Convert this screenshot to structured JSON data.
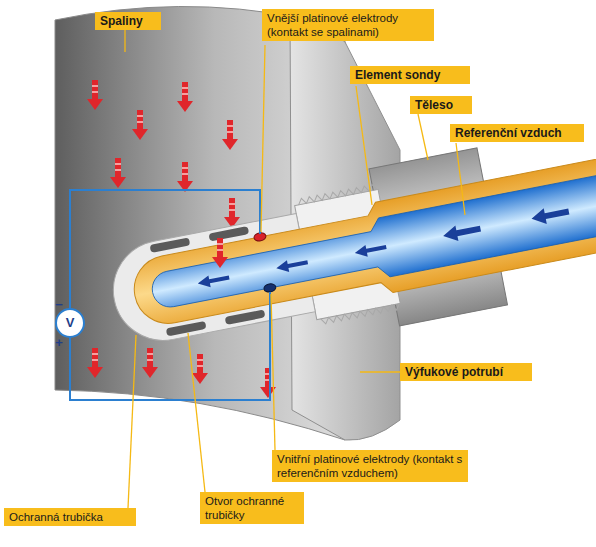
{
  "diagram": {
    "nodes": [
      {
        "text": [
          "Spaliny"
        ]
      },
      {
        "text": [
          "Vnější platinové elektrody (kontakt se spalinami)"
        ]
      },
      {
        "text": [
          "Element sondy"
        ]
      },
      {
        "text": [
          "Těleso"
        ]
      },
      {
        "text": [
          "Referenční vzduch"
        ]
      },
      {
        "text": [
          "Výfukové potrubí"
        ]
      },
      {
        "text": [
          "Vnitřní platinové elektrody (kontakt s referenčním vzduchem)"
        ]
      },
      {
        "text": [
          "Otvor ochranné trubičky"
        ]
      },
      {
        "text": [
          "Ochranná trubička"
        ]
      }
    ],
    "labels": [
      "−",
      "V",
      "+"
    ]
  }
}
